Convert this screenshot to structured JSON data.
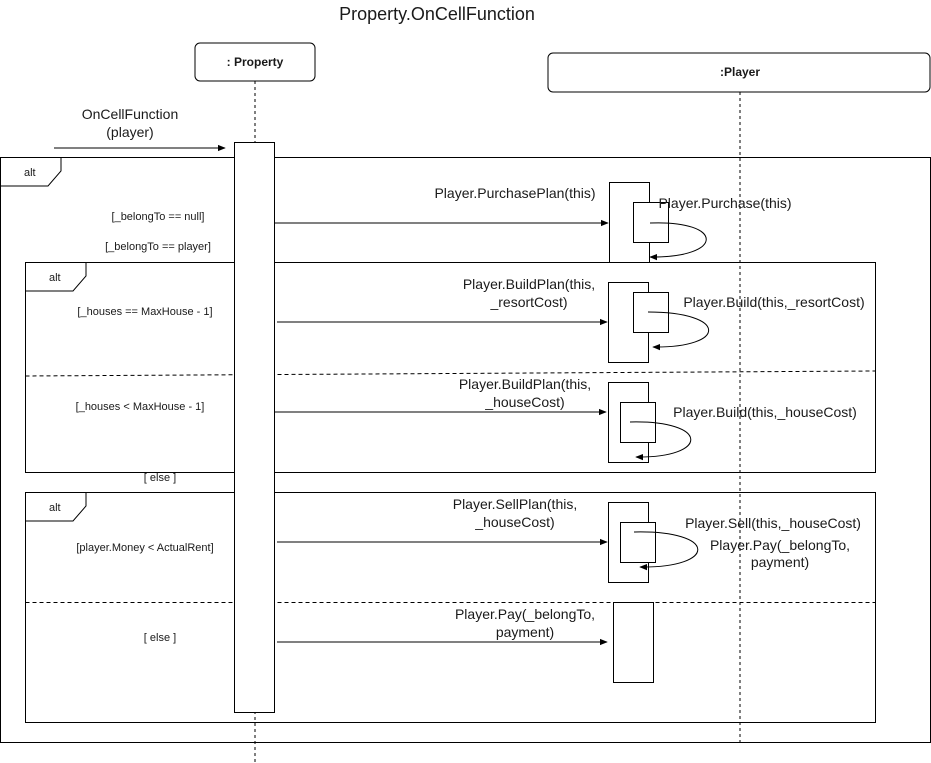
{
  "title": "Property.OnCellFunction",
  "lifelines": {
    "property": ": Property",
    "player": ":Player"
  },
  "incoming": {
    "line1": "OnCellFunction",
    "line2": "(player)"
  },
  "frames": {
    "outer": {
      "label": "alt",
      "guards": [
        "[_belongTo == null]",
        "[_belongTo == player]"
      ]
    },
    "inner1": {
      "label": "alt",
      "guards": [
        "[_houses == MaxHouse - 1]",
        "[_houses < MaxHouse - 1]"
      ]
    },
    "else_outer": "[ else ]",
    "inner2": {
      "label": "alt",
      "guards": [
        "[player.Money < ActualRent]",
        "[ else ]"
      ]
    }
  },
  "messages": {
    "purchase_plan": "Player.PurchasePlan(this)",
    "purchase": "Player.Purchase(this)",
    "build_plan_resort_1": "Player.BuildPlan(this,",
    "build_plan_resort_2": "_resortCost)",
    "build_resort": "Player.Build(this,_resortCost)",
    "build_plan_house_1": "Player.BuildPlan(this,",
    "build_plan_house_2": "_houseCost)",
    "build_house": "Player.Build(this,_houseCost)",
    "sell_plan_1": "Player.SellPlan(this,",
    "sell_plan_2": "_houseCost)",
    "sell": "Player.Sell(this,_houseCost)",
    "pay_inner_1": "Player.Pay(_belongTo,",
    "pay_inner_2": "payment)",
    "pay_1": "Player.Pay(_belongTo,",
    "pay_2": "payment)"
  }
}
